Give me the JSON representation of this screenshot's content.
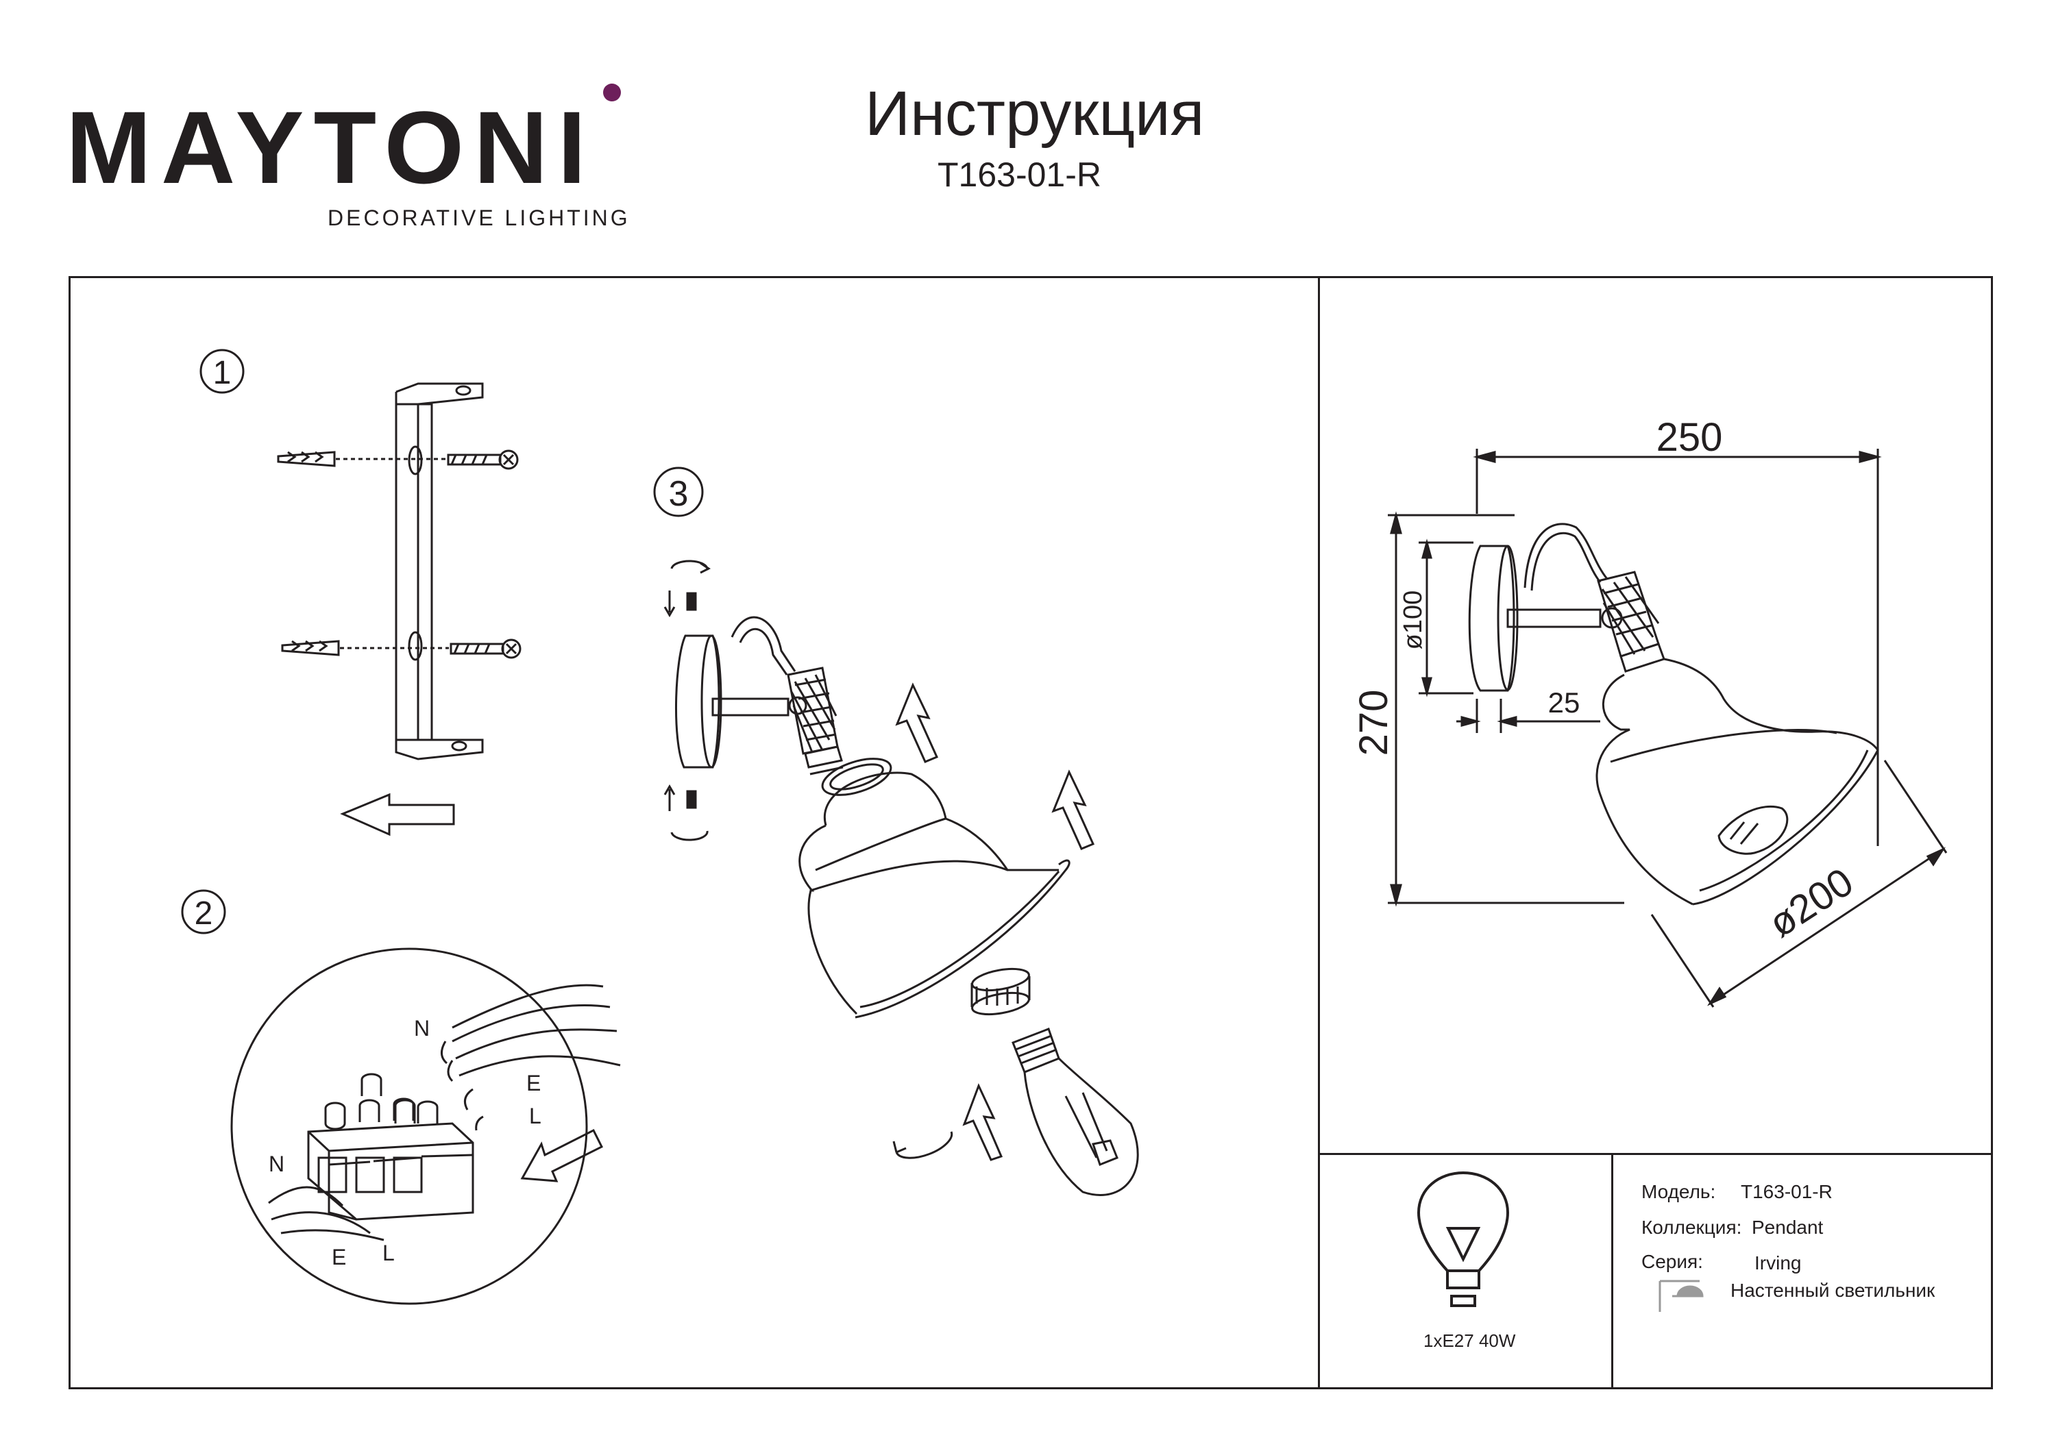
{
  "header": {
    "logo_text": "MAYTONI",
    "logo_subtitle": "DECORATIVE LIGHTING",
    "title": "Инструкция",
    "model_code": "T163-01-R"
  },
  "steps": {
    "step1": "1",
    "step2": "2",
    "step3": "3"
  },
  "wiring": {
    "n_top": "N",
    "e_right": "E",
    "l_right": "L",
    "n_left": "N",
    "e_bottom": "E",
    "l_bottom": "L"
  },
  "dimensions": {
    "width": "250",
    "height": "270",
    "base_diameter": "ø100",
    "arm_offset": "25",
    "shade_diameter": "ø200"
  },
  "bulb": {
    "spec": "1xE27 40W"
  },
  "specs": {
    "model_label": "Модель:",
    "model_value": "T163-01-R",
    "collection_label": "Коллекция:",
    "collection_value": "Pendant",
    "series_label": "Серия:",
    "series_value": "Irving",
    "type_value": "Настенный светильник"
  },
  "colors": {
    "ink": "#231f20",
    "logo_accent": "#6d1f5b"
  },
  "icons": [
    "wall-lamp-icon",
    "bulb-icon",
    "rotate-icon",
    "arrow-icon"
  ]
}
